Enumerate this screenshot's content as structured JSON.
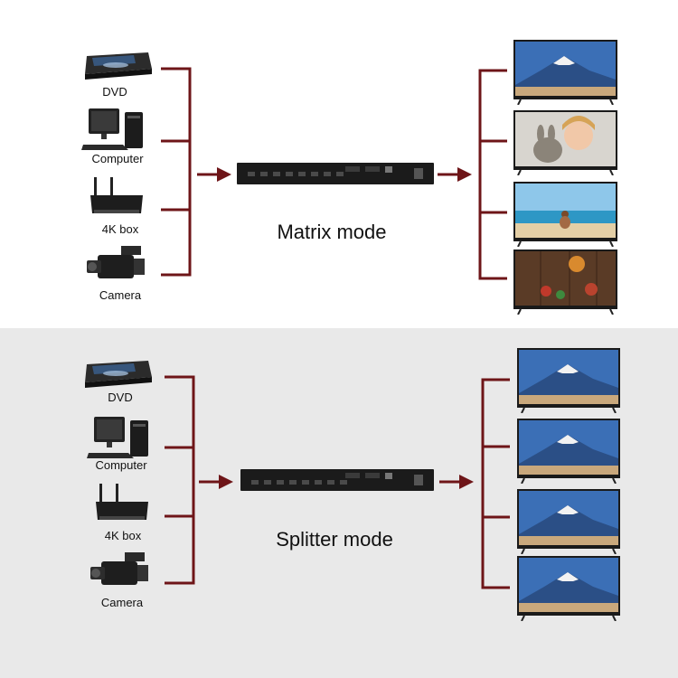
{
  "colors": {
    "accent": "#6e1518",
    "device_body": "#1b1b1b"
  },
  "top": {
    "sources": [
      {
        "label": "DVD",
        "icon": "dvd-player-icon"
      },
      {
        "label": "Computer",
        "icon": "computer-icon"
      },
      {
        "label": "4K box",
        "icon": "router-box-icon"
      },
      {
        "label": "Camera",
        "icon": "camera-icon"
      }
    ],
    "mode_title": "Matrix mode",
    "displays": [
      {
        "content": "mountain-landscape-icon"
      },
      {
        "content": "child-with-rabbit-icon"
      },
      {
        "content": "beach-person-icon"
      },
      {
        "content": "food-table-icon"
      }
    ]
  },
  "bottom": {
    "sources": [
      {
        "label": "DVD",
        "icon": "dvd-player-icon"
      },
      {
        "label": "Computer",
        "icon": "computer-icon"
      },
      {
        "label": "4K box",
        "icon": "router-box-icon"
      },
      {
        "label": "Camera",
        "icon": "camera-icon"
      }
    ],
    "mode_title": "Splitter mode",
    "displays": [
      {
        "content": "mountain-landscape-icon"
      },
      {
        "content": "mountain-landscape-icon"
      },
      {
        "content": "mountain-landscape-icon"
      },
      {
        "content": "mountain-landscape-icon"
      }
    ]
  }
}
